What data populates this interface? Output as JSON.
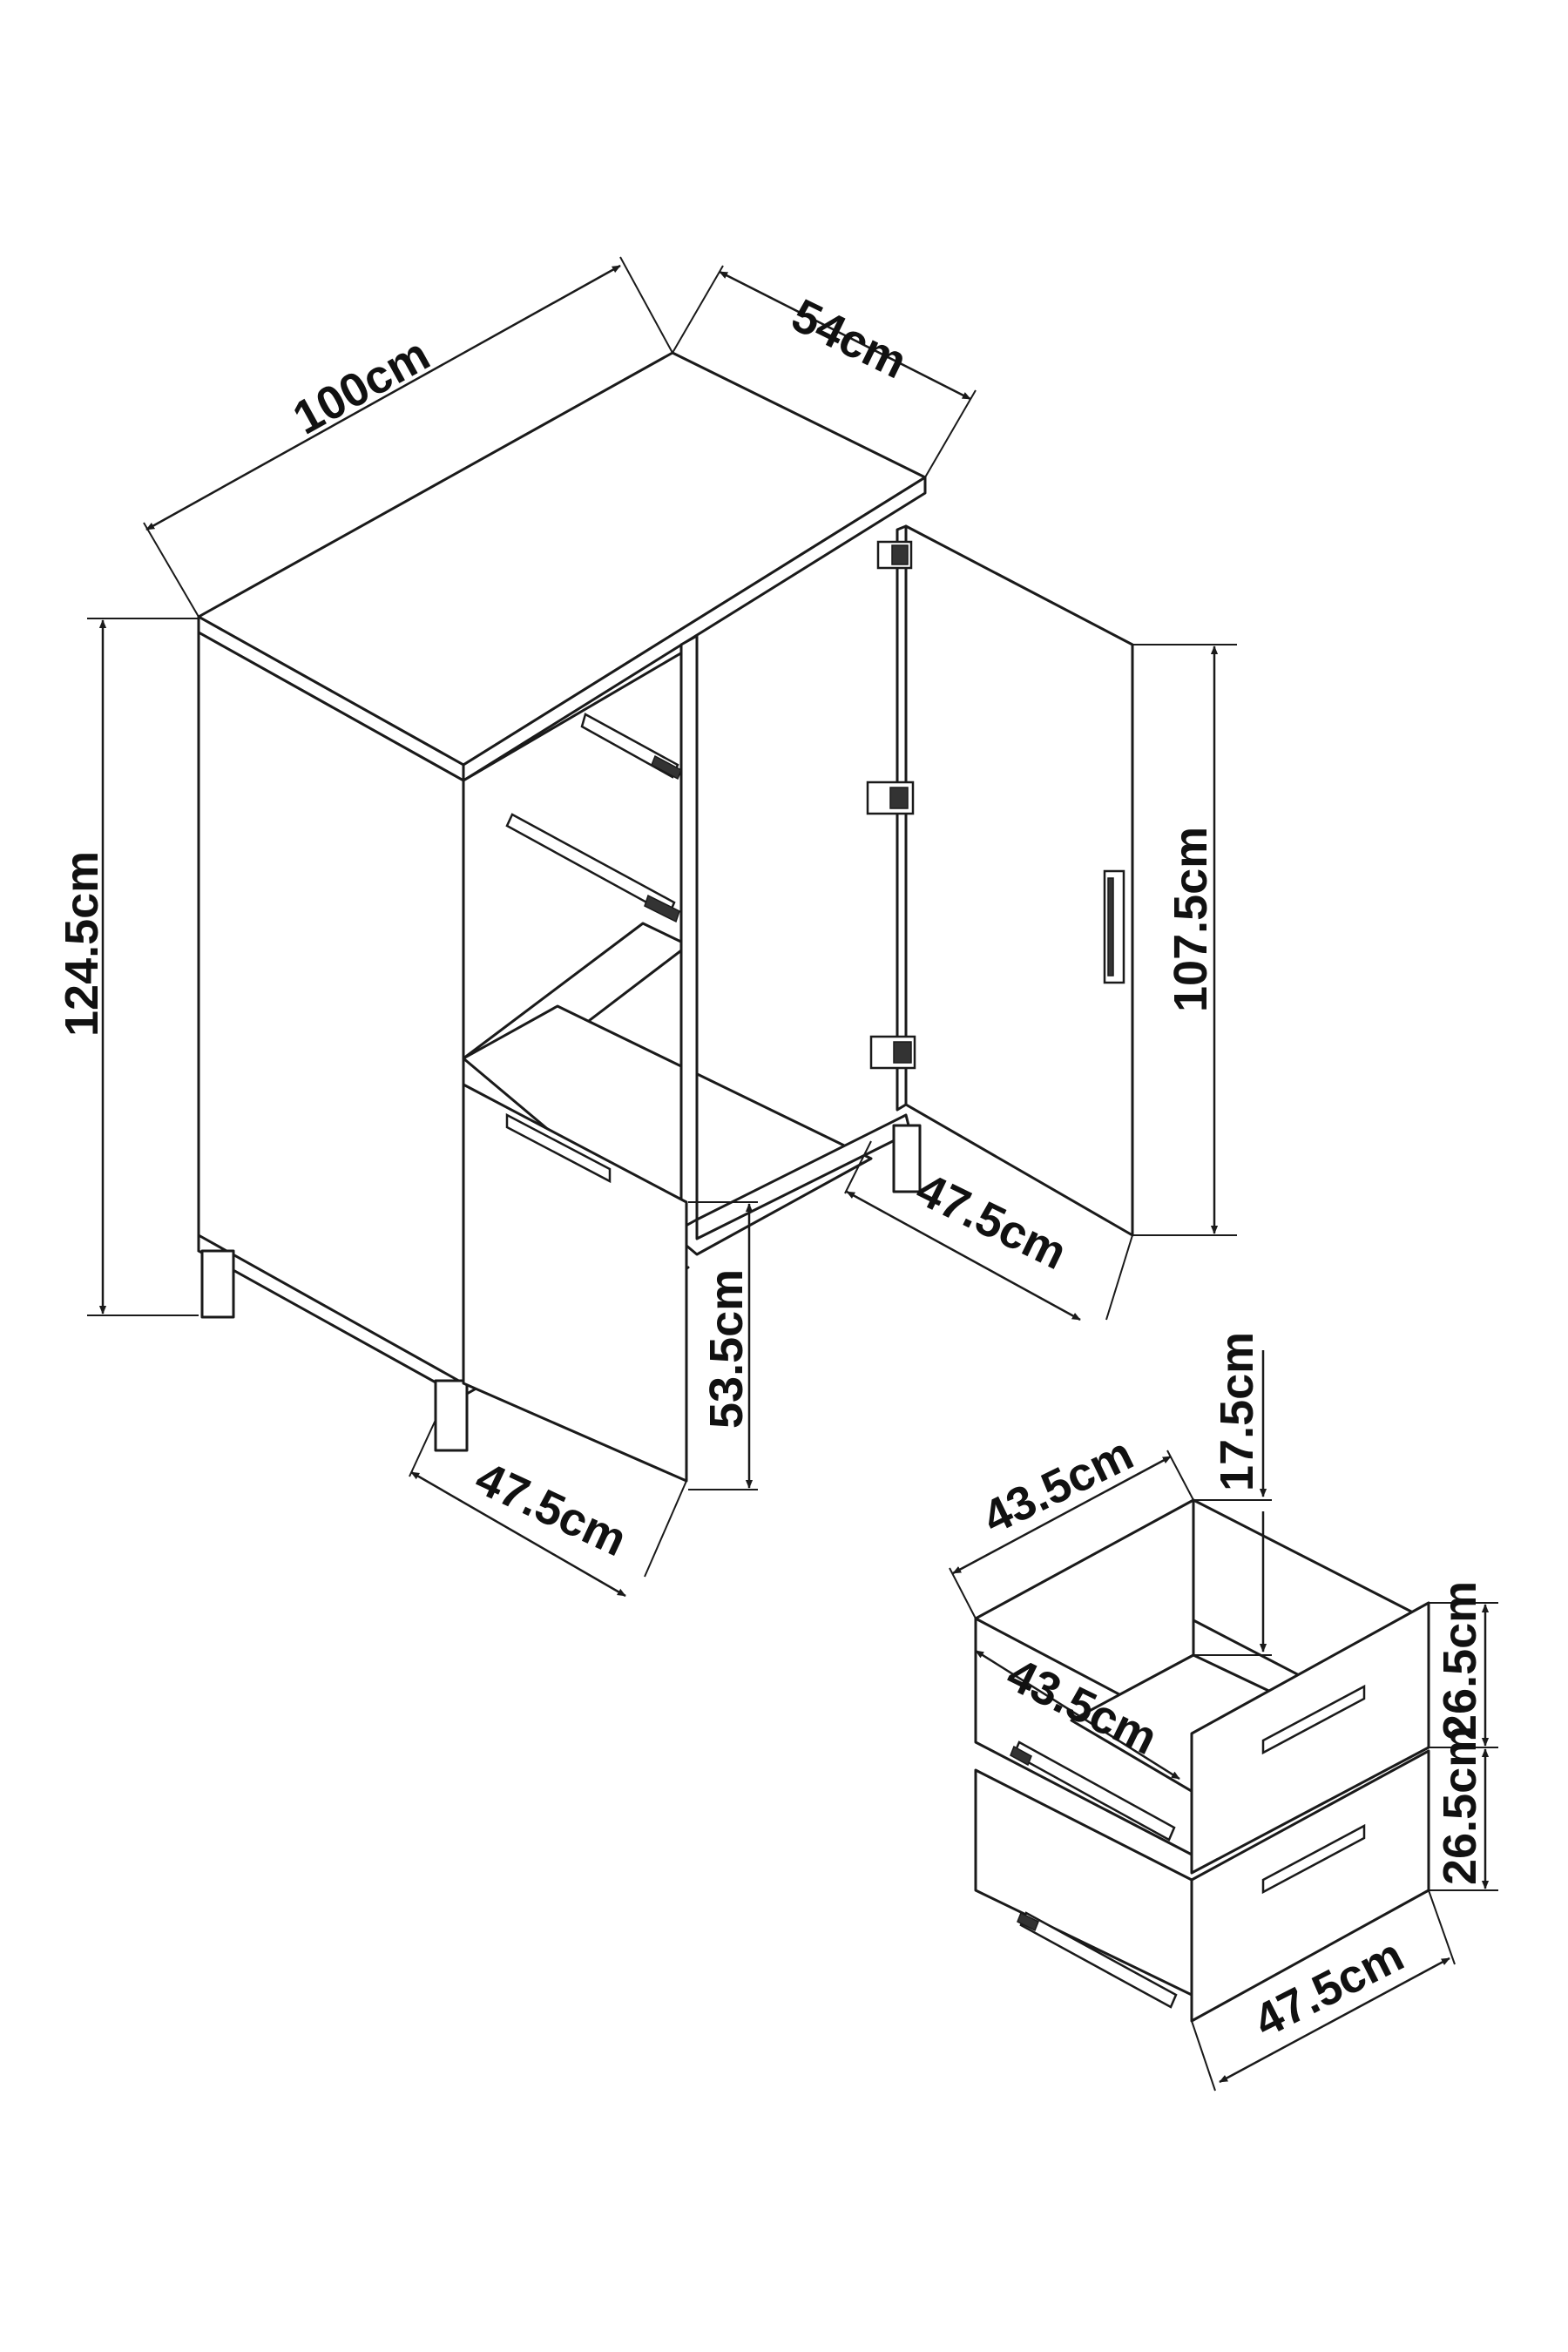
{
  "labels": {
    "cabinet_width": "100cm",
    "cabinet_depth": "54cm",
    "cabinet_height": "124.5cm",
    "door_height": "107.5cm",
    "door_width": "47.5cm",
    "drawer_front_width": "47.5cm",
    "drawer_front_height": "53.5cm",
    "drawer_box_width": "43.5cm",
    "drawer_box_depth": "43.5cm",
    "drawer_box_height": "17.5cm",
    "drawer_front_height_top": "26.5cm",
    "drawer_front_height_bottom": "26.5cm",
    "drawer_unit_width": "47.5cm"
  },
  "colors": {
    "line": "#1a1a1a",
    "background": "#ffffff"
  }
}
